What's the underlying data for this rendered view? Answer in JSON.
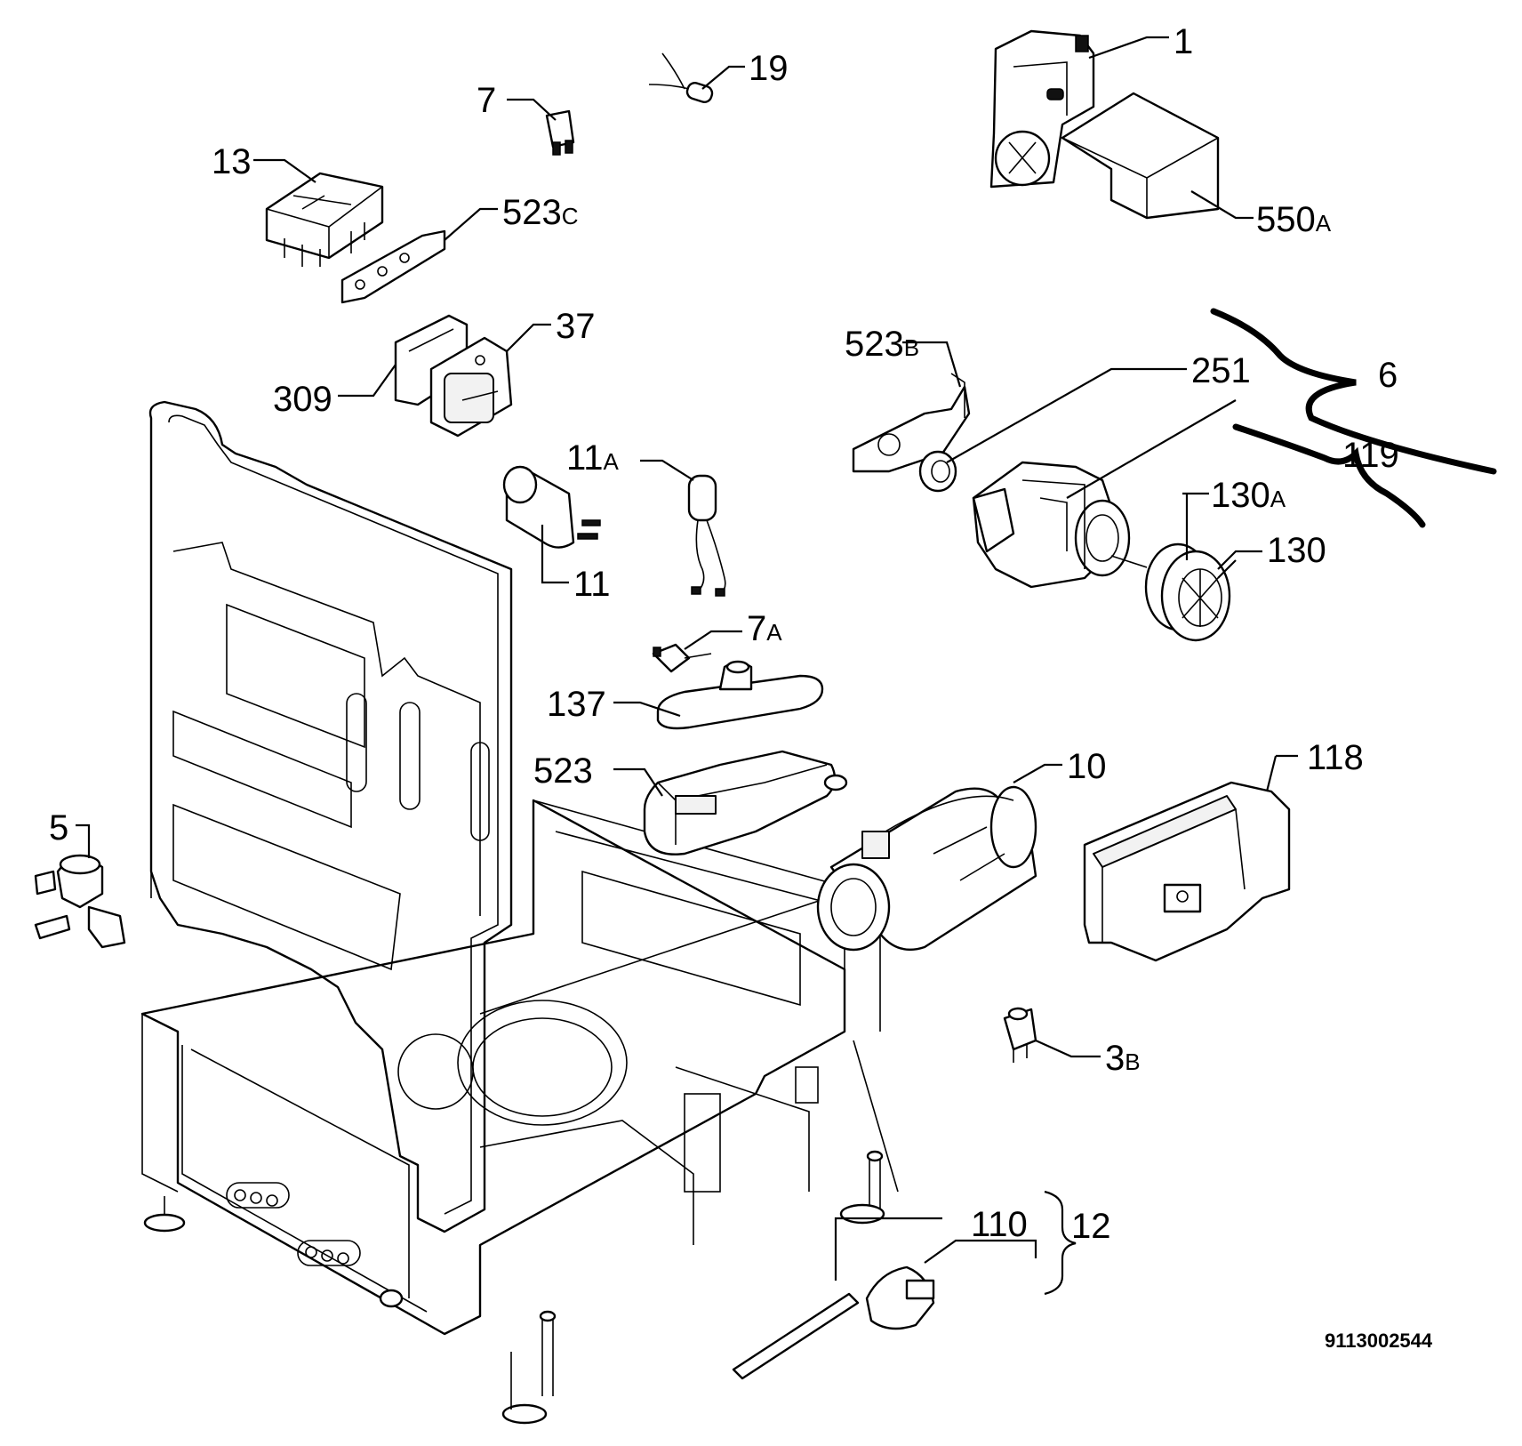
{
  "document_number": "9113002544",
  "callouts": {
    "c1": {
      "num": "1",
      "suffix": ""
    },
    "c19": {
      "num": "19",
      "suffix": ""
    },
    "c7": {
      "num": "7",
      "suffix": ""
    },
    "c13": {
      "num": "13",
      "suffix": ""
    },
    "c523c": {
      "num": "523",
      "suffix": "C"
    },
    "c550a": {
      "num": "550",
      "suffix": "A"
    },
    "c37": {
      "num": "37",
      "suffix": ""
    },
    "c309": {
      "num": "309",
      "suffix": ""
    },
    "c523b": {
      "num": "523",
      "suffix": "B"
    },
    "c251": {
      "num": "251",
      "suffix": ""
    },
    "c6": {
      "num": "6",
      "suffix": ""
    },
    "c119": {
      "num": "119",
      "suffix": ""
    },
    "c11a": {
      "num": "11",
      "suffix": "A"
    },
    "c130a": {
      "num": "130",
      "suffix": "A"
    },
    "c130": {
      "num": "130",
      "suffix": ""
    },
    "c11": {
      "num": "11",
      "suffix": ""
    },
    "c7a": {
      "num": "7",
      "suffix": "A"
    },
    "c137": {
      "num": "137",
      "suffix": ""
    },
    "c118": {
      "num": "118",
      "suffix": ""
    },
    "c10": {
      "num": "10",
      "suffix": ""
    },
    "c523": {
      "num": "523",
      "suffix": ""
    },
    "c5": {
      "num": "5",
      "suffix": ""
    },
    "c3b": {
      "num": "3",
      "suffix": "B"
    },
    "c110": {
      "num": "110",
      "suffix": ""
    },
    "c12": {
      "num": "12",
      "suffix": ""
    }
  }
}
